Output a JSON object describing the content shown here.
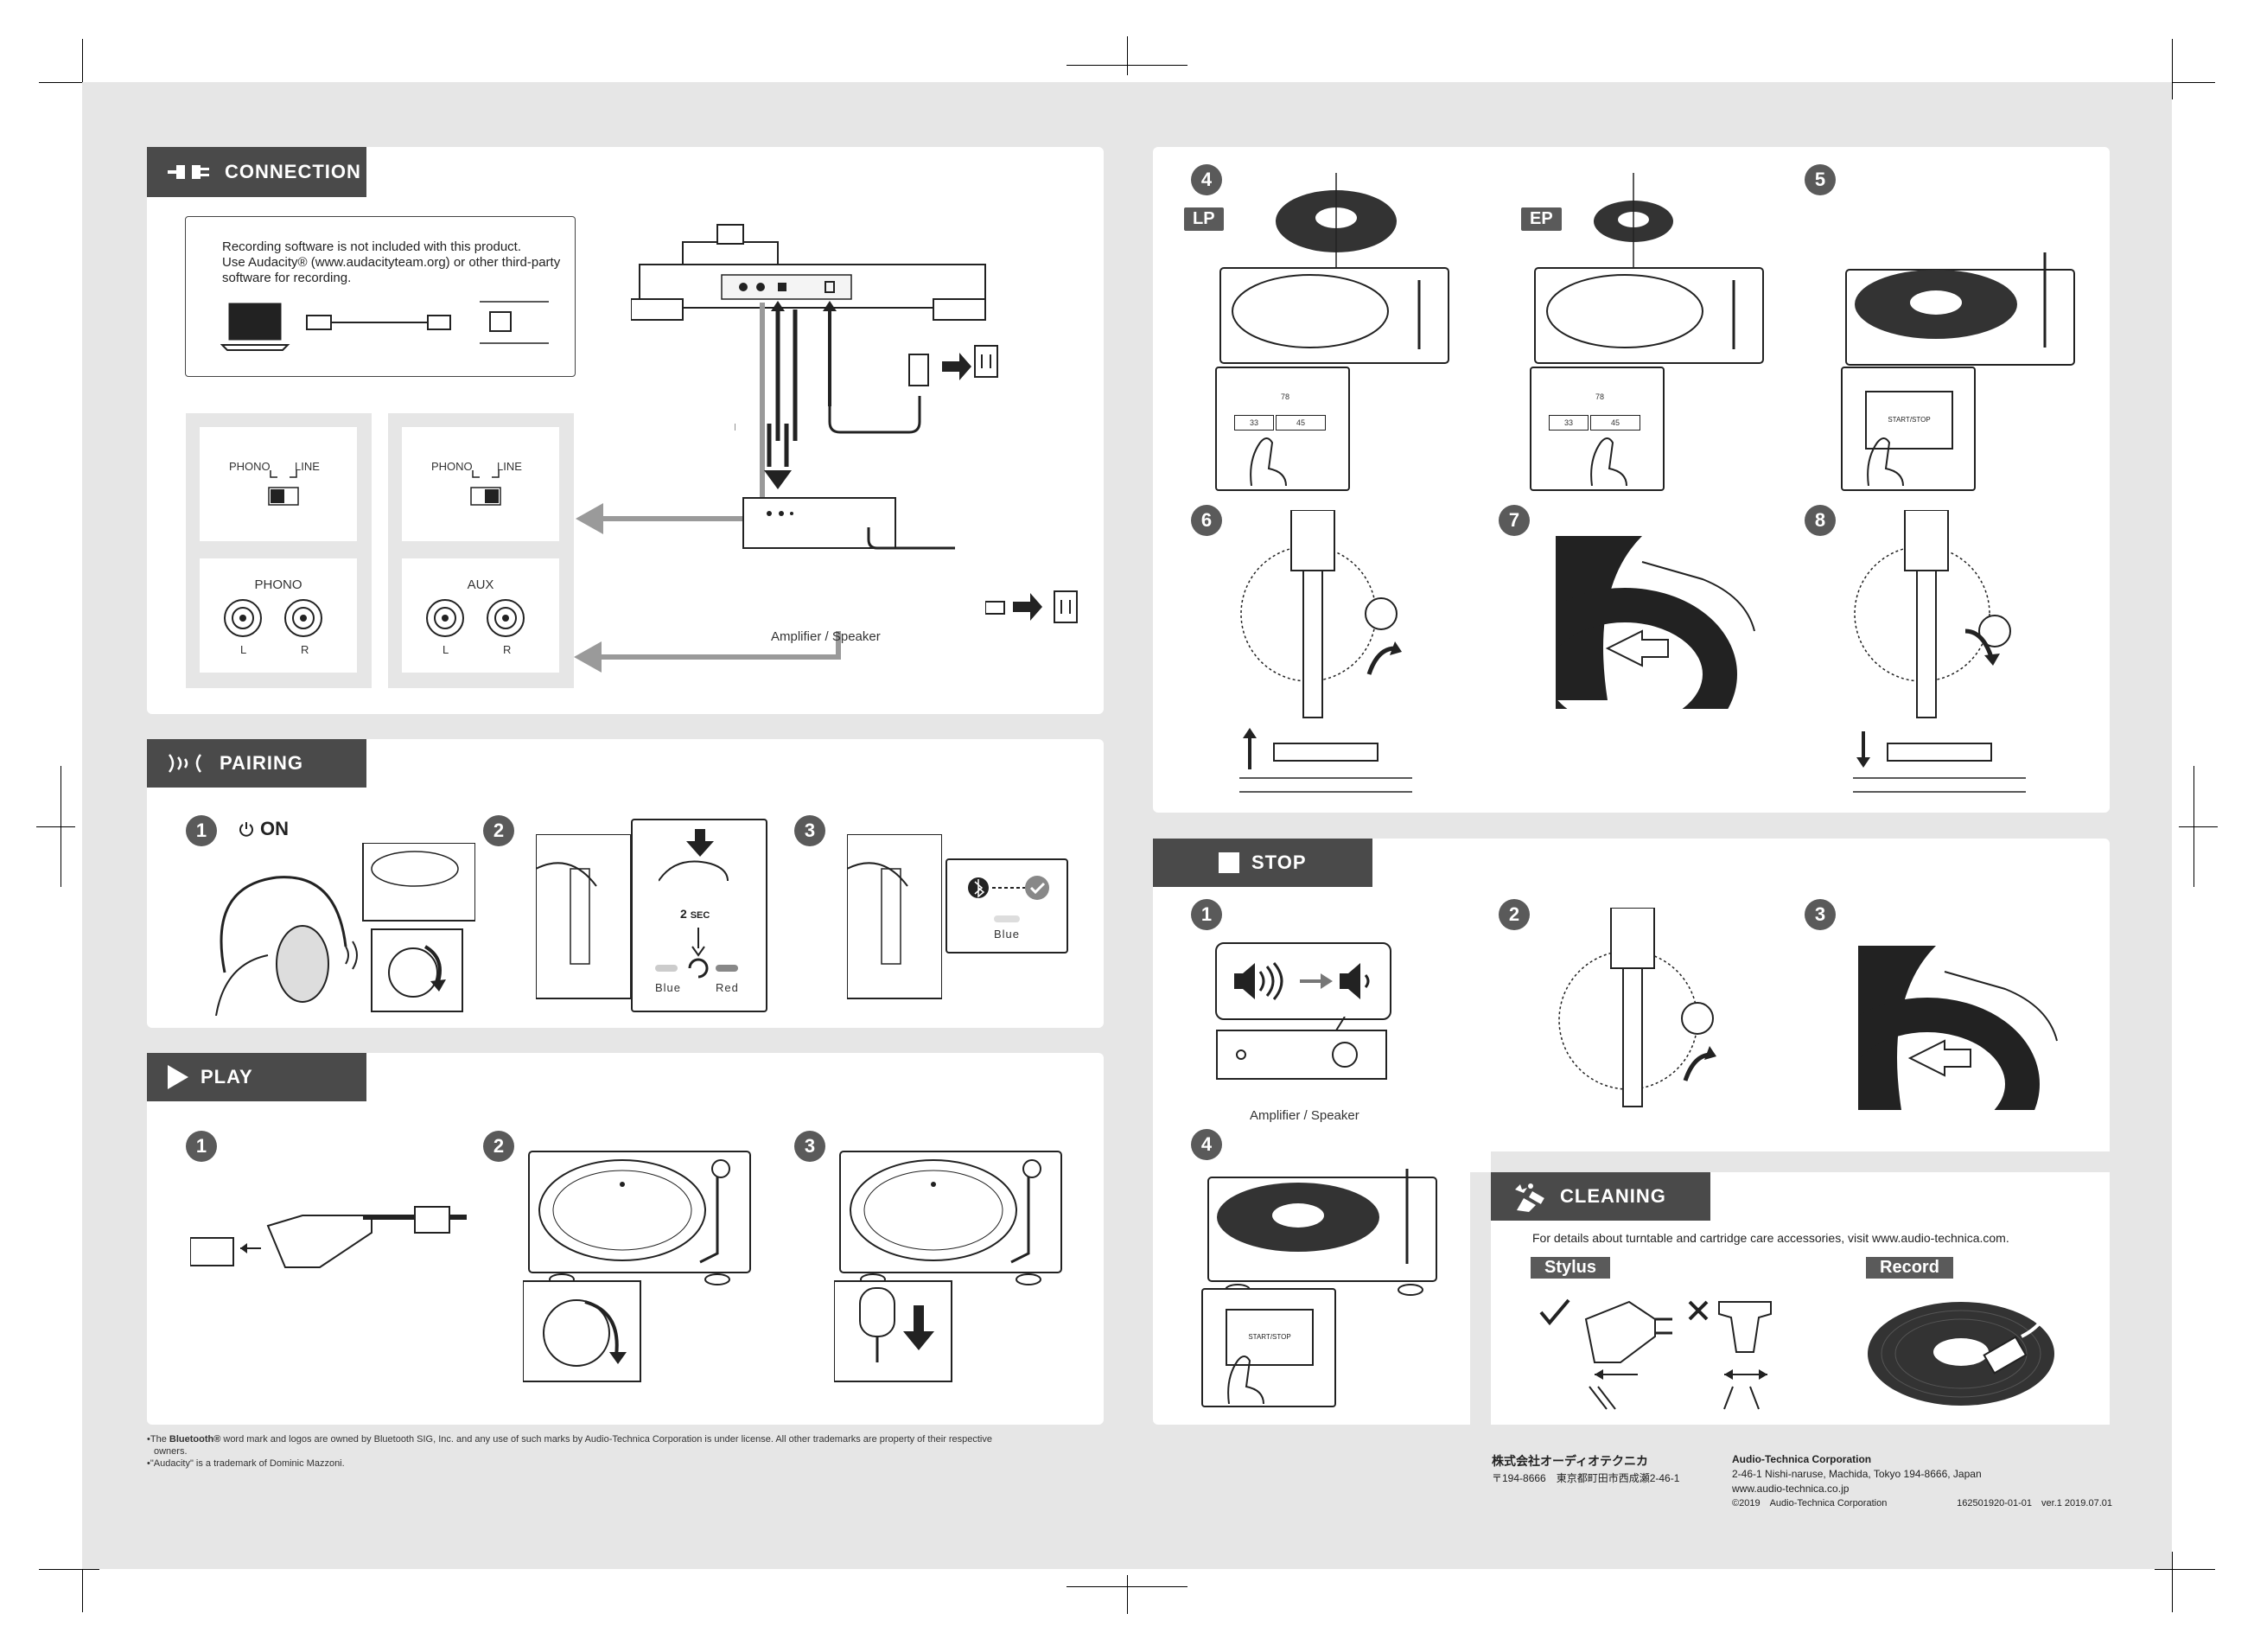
{
  "sections": {
    "connection": "CONNECTION",
    "pairing": "PAIRING",
    "play": "PLAY",
    "stop": "STOP",
    "cleaning": "CLEANING"
  },
  "connection": {
    "recording_note": [
      "Recording software is not included with this product.",
      "Use Audacity® (www.audacityteam.org) or other third-party",
      "software for recording."
    ],
    "switch_phono": "PHONO",
    "switch_line": "LINE",
    "input_phono": "PHONO",
    "input_aux": "AUX",
    "left": "L",
    "right": "R",
    "amplifier": "Amplifier / Speaker"
  },
  "pairing": {
    "on_label": "ON",
    "sec_value": "2",
    "sec_unit": "SEC",
    "blue": "Blue",
    "red": "Red",
    "paired_blue": "Blue"
  },
  "play_steps": [
    "1",
    "2",
    "3"
  ],
  "pairing_steps": [
    "1",
    "2",
    "3"
  ],
  "setup": {
    "steps": [
      "4",
      "5",
      "6",
      "7",
      "8"
    ],
    "lp": "LP",
    "ep": "EP",
    "speed_78": "78",
    "speed_33": "33",
    "speed_45": "45",
    "start_stop": "START/STOP"
  },
  "stop": {
    "steps": [
      "1",
      "2",
      "3",
      "4"
    ],
    "amplifier": "Amplifier / Speaker",
    "start_stop": "START/STOP"
  },
  "cleaning": {
    "details": "For details about turntable and cartridge care accessories, visit www.audio-technica.com.",
    "stylus": "Stylus",
    "record": "Record"
  },
  "footnotes": {
    "bluetooth_pre": "•The ",
    "bluetooth_bold": "Bluetooth®",
    "bluetooth_post": " word mark and logos are owned by Bluetooth SIG, Inc. and any use of such marks by Audio-Technica Corporation is under license. All other trademarks are property of their respective",
    "bluetooth_post2": "owners.",
    "audacity": "•\"Audacity\" is a trademark of Dominic Mazzoni."
  },
  "company": {
    "jp_name": "株式会社オーディオテクニカ",
    "jp_address": "〒194-8666　東京都町田市西成瀬2-46-1",
    "en_name": "Audio-Technica Corporation",
    "en_address": "2-46-1 Nishi-naruse, Machida, Tokyo 194-8666, Japan",
    "url": "www.audio-technica.co.jp",
    "copyright": "©2019　Audio-Technica Corporation",
    "code": "162501920-01-01　ver.1 2019.07.01"
  },
  "colors": {
    "bg": "#e6e6e6",
    "panel": "#ffffff",
    "tag": "#4a4a4a",
    "badge": "#5a5a5a"
  }
}
